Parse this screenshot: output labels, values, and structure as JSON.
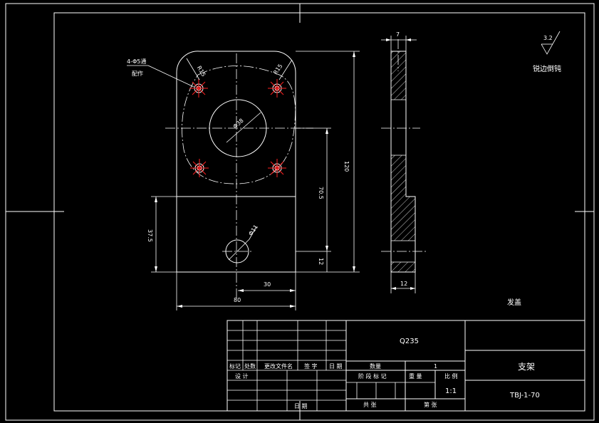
{
  "drawing": {
    "part_name_label": "发盖",
    "surface_note": "锐边倒钝",
    "roughness_value": "3.2"
  },
  "front_view": {
    "hole_callout_line1": "4-Φ5通",
    "hole_callout_line2": "配作",
    "dim_r15_left": "R15",
    "dim_r15_right": "R15",
    "dim_center_dia": "Φ38",
    "dim_bottom_hole": "Φ11",
    "dim_height_total": "120",
    "dim_height_upper": "70.5",
    "dim_height_lower": "12",
    "dim_left_height": "37.5",
    "dim_half_width": "30",
    "dim_width": "80"
  },
  "side_view": {
    "dim_top": "7",
    "dim_bottom": "12"
  },
  "title_block": {
    "material": "Q235",
    "part_title": "支架",
    "drawing_number": "TBJ-1-70",
    "quantity_label": "数量",
    "quantity_value": "1",
    "stage_mark_label": "阶 段 标 记",
    "weight_label": "重 量",
    "scale_label": "比 例",
    "scale_value": "1:1",
    "sheet_total_label": "共    张",
    "sheet_no_label": "第    张",
    "rev_mark_label": "标记",
    "rev_count_label": "处数",
    "rev_doc_label": "更改文件名",
    "rev_sign_label": "签 字",
    "rev_date_label": "日 期",
    "designer_label": "设 计",
    "date_label": "日 期"
  }
}
